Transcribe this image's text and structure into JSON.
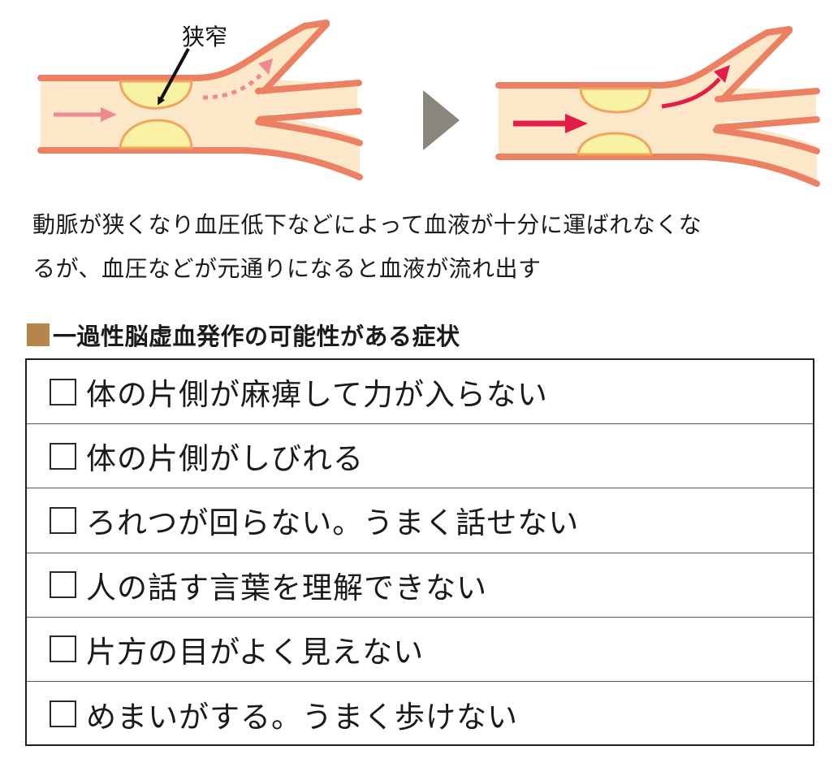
{
  "diagram": {
    "stenosis_label": "狭窄",
    "colors": {
      "vessel_fill": "#fce7c8",
      "vessel_wall": "#ec8062",
      "plaque_fill": "#f9f2a5",
      "plaque_edge": "#f0a55f",
      "weak_flow_arrow": "#ed8a92",
      "strong_flow_arrow": "#e11d48",
      "transition_arrow": "#8a867d",
      "pointer_arrow": "#111111"
    },
    "icons": [
      "right-triangle-arrow-icon",
      "pointer-arrow-icon"
    ]
  },
  "caption": {
    "line1": "動脈が狭くなり血圧低下などによって血液が十分に運ばれなくな",
    "line2": "るが、血圧などが元通りになると血液が流れ出す"
  },
  "section": {
    "title": "一過性脳虚血発作の可能性がある症状",
    "marker_color": "#b5854b"
  },
  "checklist": [
    {
      "text": "体の片側が麻痺して力が入らない",
      "checked": false
    },
    {
      "text": "体の片側がしびれる",
      "checked": false
    },
    {
      "text": "ろれつが回らない。うまく話せない",
      "checked": false
    },
    {
      "text": "人の話す言葉を理解できない",
      "checked": false
    },
    {
      "text": "片方の目がよく見えない",
      "checked": false
    },
    {
      "text": "めまいがする。うまく歩けない",
      "checked": false
    }
  ]
}
